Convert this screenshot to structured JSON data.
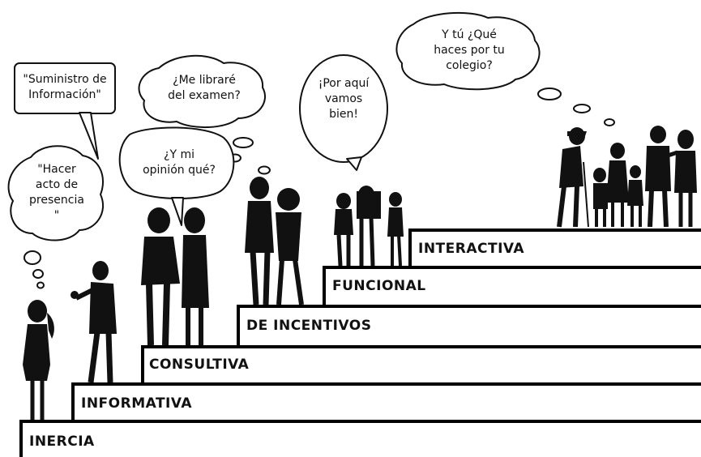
{
  "steps": [
    {
      "label": "INERCIA"
    },
    {
      "label": "INFORMATIVA"
    },
    {
      "label": "CONSULTIVA"
    },
    {
      "label": "DE INCENTIVOS"
    },
    {
      "label": "FUNCIONAL"
    },
    {
      "label": "INTERACTIVA"
    }
  ],
  "bubbles": {
    "suministro": {
      "lines": [
        "\"Suministro de",
        "Información\""
      ]
    },
    "hacer": {
      "lines": [
        "\"Hacer",
        "acto de",
        "presencia",
        "\""
      ]
    },
    "librare": {
      "lines": [
        "¿Me libraré",
        "del examen?"
      ]
    },
    "opinion": {
      "lines": [
        "¿Y mi",
        "opinión qué?"
      ]
    },
    "poraqui": {
      "lines": [
        "¡Por aquí",
        "vamos",
        "bien!"
      ]
    },
    "ytu": {
      "lines": [
        "Y tú ¿Qué",
        "haces por tu",
        "colegio?"
      ]
    }
  }
}
